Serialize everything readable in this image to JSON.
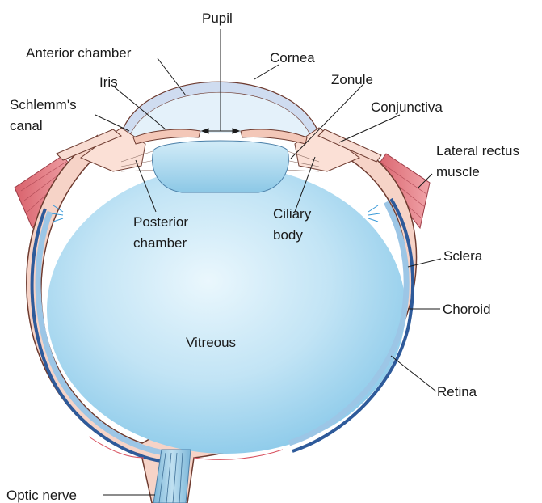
{
  "diagram": {
    "labels": {
      "pupil": "Pupil",
      "anterior_chamber": "Anterior chamber",
      "cornea": "Cornea",
      "iris": "Iris",
      "zonule": "Zonule",
      "schlemms_canal_line1": "Schlemm's",
      "schlemms_canal_line2": "canal",
      "conjunctiva": "Conjunctiva",
      "lateral_rectus_line1": "Lateral rectus",
      "lateral_rectus_line2": "muscle",
      "posterior_chamber_line1": "Posterior",
      "posterior_chamber_line2": "chamber",
      "ciliary_body_line1": "Ciliary",
      "ciliary_body_line2": "body",
      "sclera": "Sclera",
      "choroid": "Choroid",
      "vitreous": "Vitreous",
      "retina": "Retina",
      "optic_nerve": "Optic nerve"
    },
    "colors": {
      "sclera": "#f6d3c7",
      "sclera_outline": "#6e3b30",
      "choroid": "#2e5a9a",
      "retina": "#9cc6e6",
      "vitreous_center": "#e9f6fc",
      "vitreous_edge": "#8fcbea",
      "cornea": "#cfdcf0",
      "aqueous": "#e4f1fa",
      "lens": "#a8d7ef",
      "muscle": "#e2737c",
      "ciliary": "#fbe0d6",
      "leader_line": "#1a1a1a"
    }
  }
}
